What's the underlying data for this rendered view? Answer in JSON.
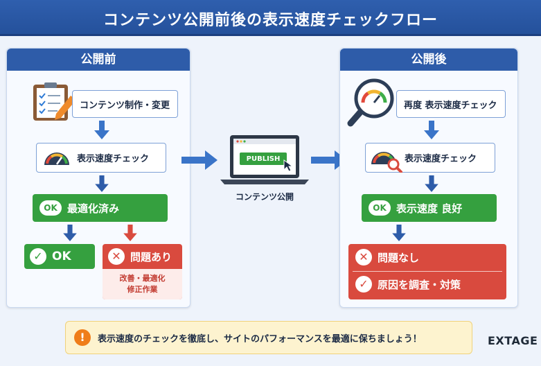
{
  "title": "コンテンツ公開前後の表示速度チェックフロー",
  "before": {
    "header": "公開前",
    "step1": "コンテンツ制作・変更",
    "step2": "表示速度チェック",
    "optimized_badge": "OK",
    "optimized": "最適化済み",
    "ok": "OK",
    "issue": "問題あり",
    "issue_note_1": "改善・最適化",
    "issue_note_2": "修正作業"
  },
  "center": {
    "screen_label": "PUBLISH",
    "caption": "コンテンツ公開"
  },
  "after": {
    "header": "公開後",
    "step1": "再度 表示速度チェック",
    "step2": "表示速度チェック",
    "good_badge": "OK",
    "good": "表示速度 良好",
    "no_issue": "問題なし",
    "investigate": "原因を調査・対策"
  },
  "note": "表示速度のチェックを徹底し、サイトのパフォーマンスを最適に保ちましょう！",
  "logo": "EXTAGE",
  "colors": {
    "primary": "#2e5ca9",
    "green": "#35a03f",
    "red": "#d94a3e",
    "arrow": "#3a74c8"
  }
}
